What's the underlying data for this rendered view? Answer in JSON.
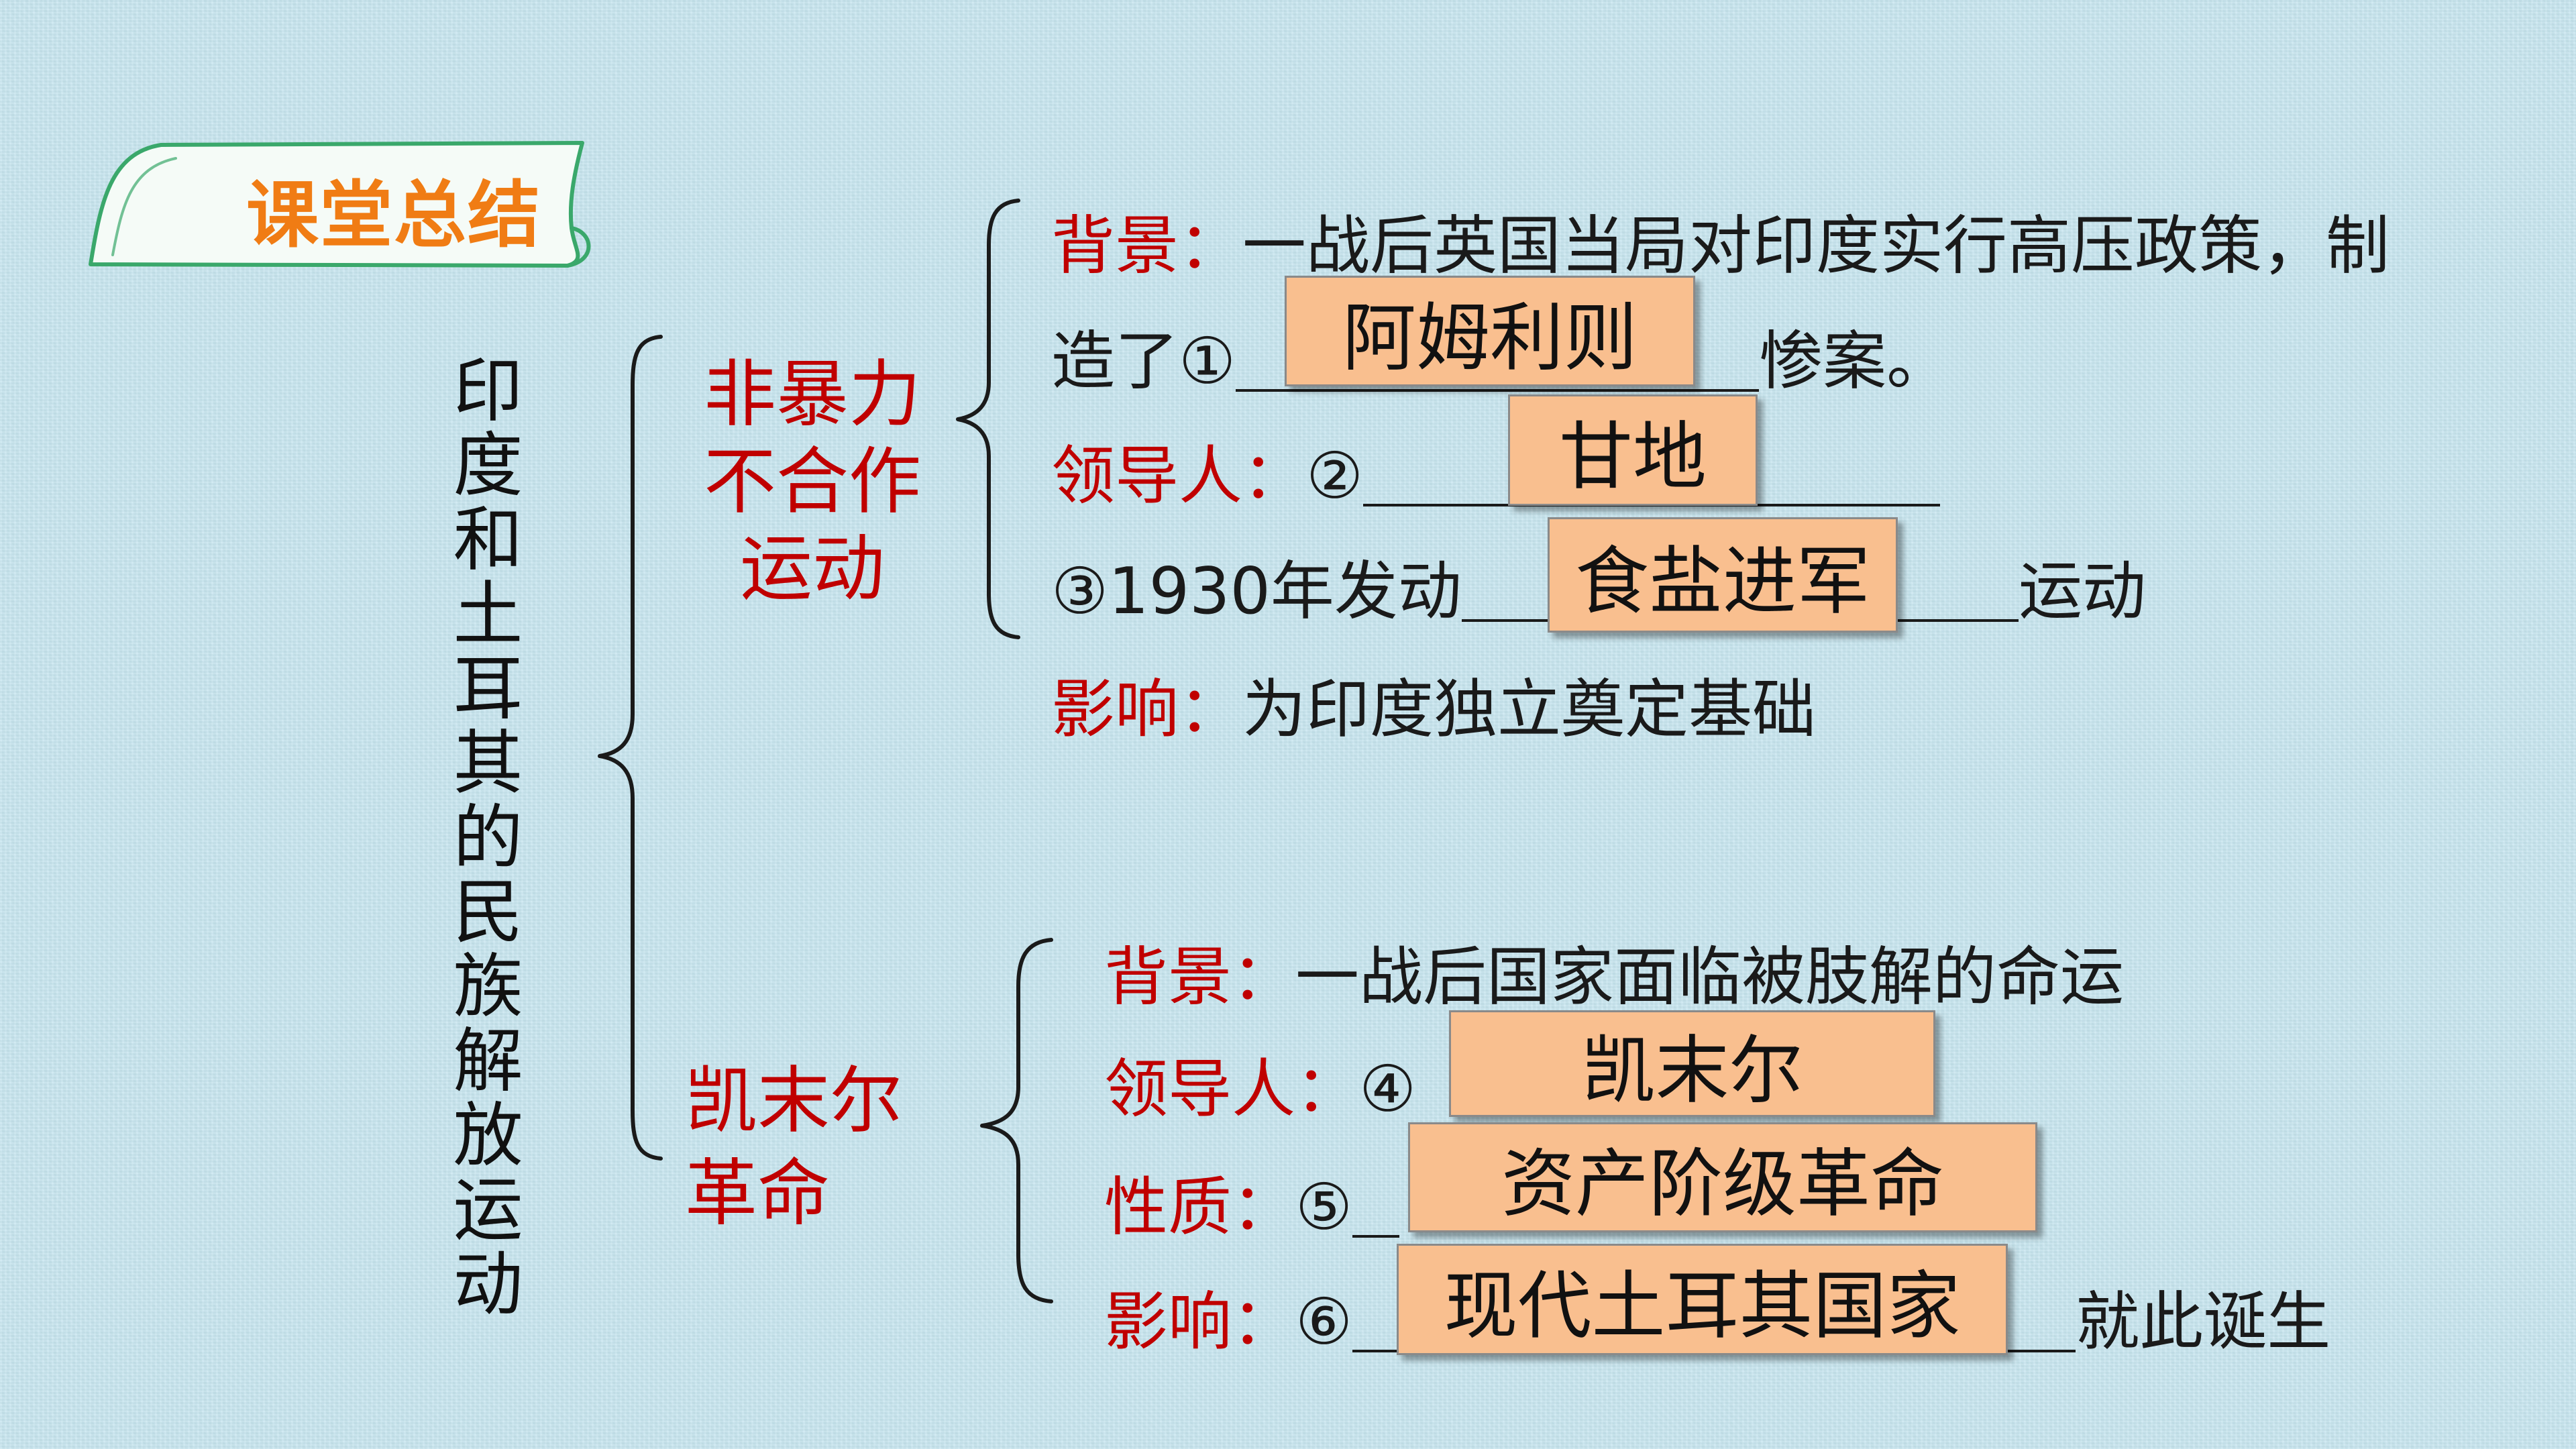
{
  "slide": {
    "title": "课堂总结",
    "topic": "印度和土耳其的民族解放运动"
  },
  "india": {
    "name_lines": [
      "非暴力",
      "不合作",
      "运动"
    ],
    "background": {
      "label": "背景：",
      "text": "一战后英国当局对印度实行高压政策，制",
      "continuation": "造了①",
      "answer": "阿姆利则",
      "after": "惨案。"
    },
    "leader": {
      "label": "领导人：",
      "number": "②",
      "answer": "甘地"
    },
    "movement": {
      "before": "③1930年发动",
      "answer": "食盐进军",
      "after": "运动"
    },
    "impact": {
      "label": "影响：",
      "text": "为印度独立奠定基础"
    }
  },
  "turkey": {
    "name_lines": [
      "凯末尔",
      "革命"
    ],
    "background": {
      "label": "背景：",
      "text": "一战后国家面临被肢解的命运"
    },
    "leader": {
      "label": "领导人：",
      "number": "④",
      "answer": "凯末尔"
    },
    "nature": {
      "label": "性质：",
      "number": "⑤",
      "answer": "资产阶级革命"
    },
    "impact": {
      "label": "影响：",
      "number": "⑥",
      "answer": "现代土耳其国家",
      "after": "就此诞生"
    }
  },
  "colors": {
    "label_red": "#c00000",
    "title_orange": "#f07c14",
    "answer_box": "#f9bf8f",
    "tab_green": "#3aa86b",
    "background": "#c8e6f0"
  }
}
